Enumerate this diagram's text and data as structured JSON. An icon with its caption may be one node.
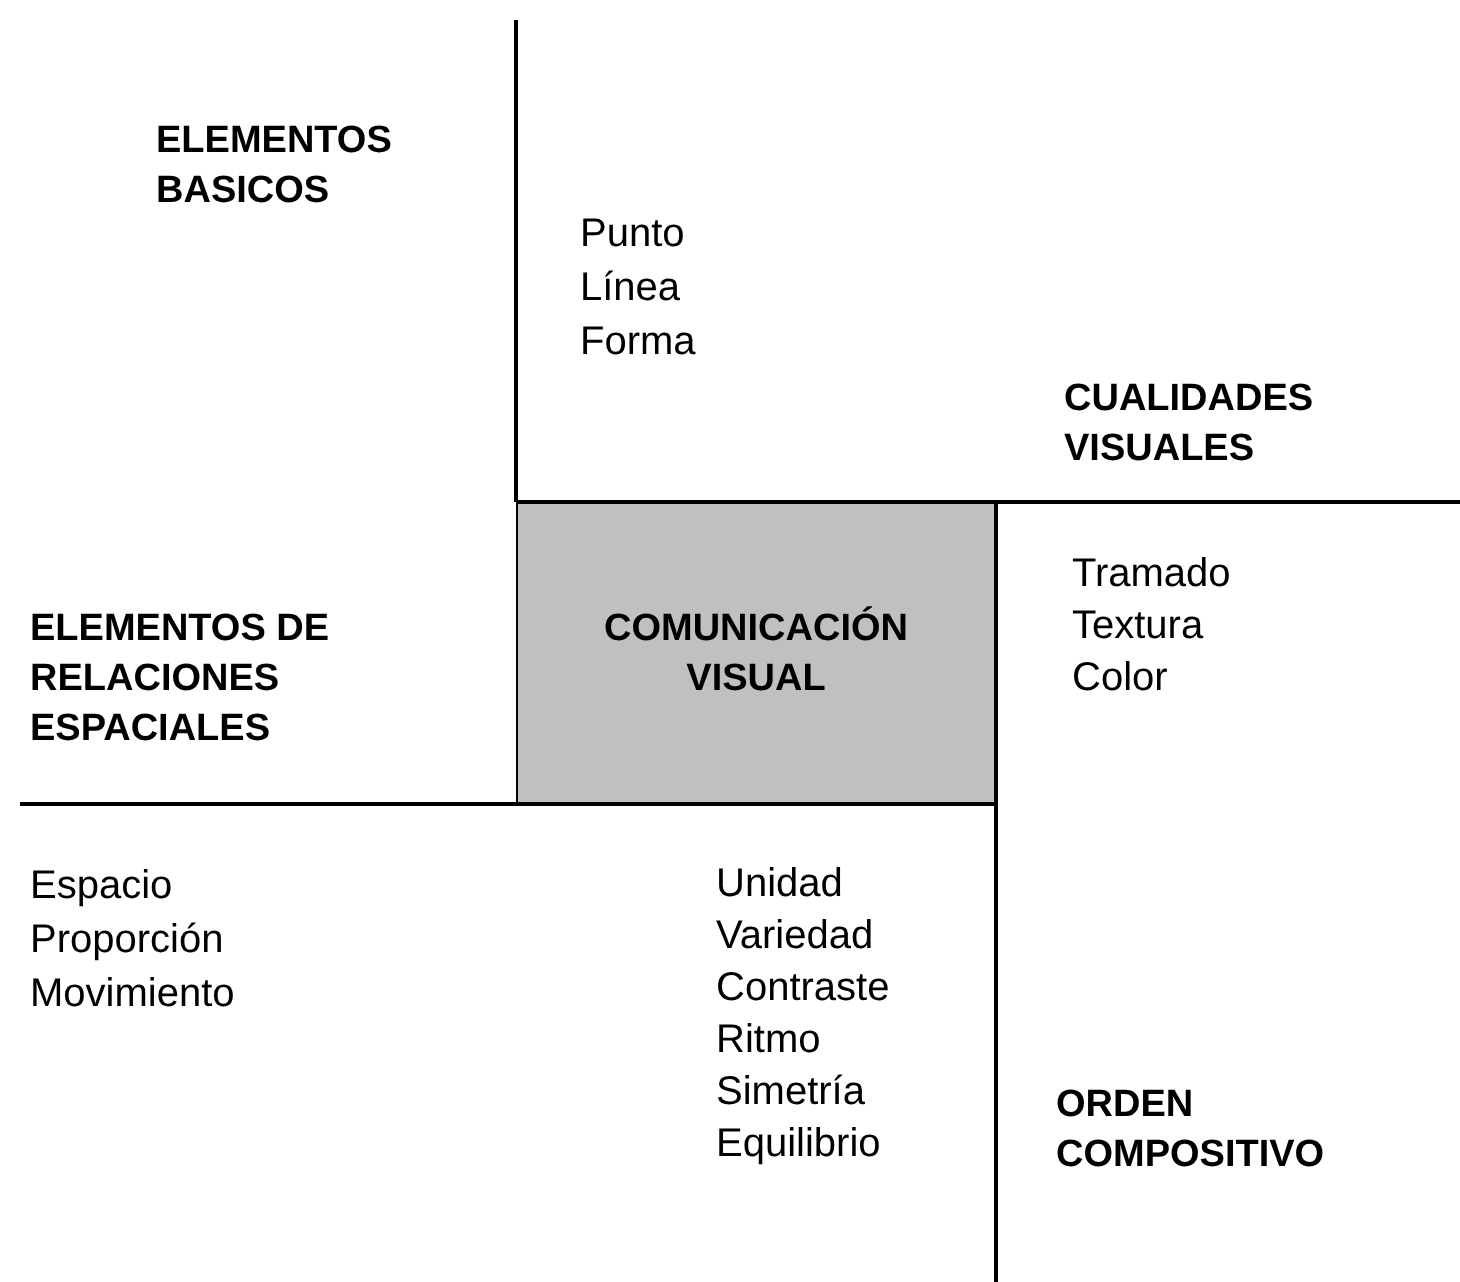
{
  "diagram": {
    "nodes": [
      {
        "text": [
          "COMUNICACIÓN VISUAL"
        ]
      }
    ],
    "labels": [
      "ELEMENTOS BASICOS",
      "Punto",
      "Línea",
      "Forma",
      "CUALIDADES VISUALES",
      "Tramado",
      "Textura",
      "Color",
      "ELEMENTOS DE RELACIONES ESPACIALES",
      "Espacio",
      "Proporción",
      "Movimiento",
      "Unidad",
      "Variedad",
      "Contraste",
      "Ritmo",
      "Simetría",
      "Equilibrio",
      "ORDEN COMPOSITIVO"
    ]
  }
}
